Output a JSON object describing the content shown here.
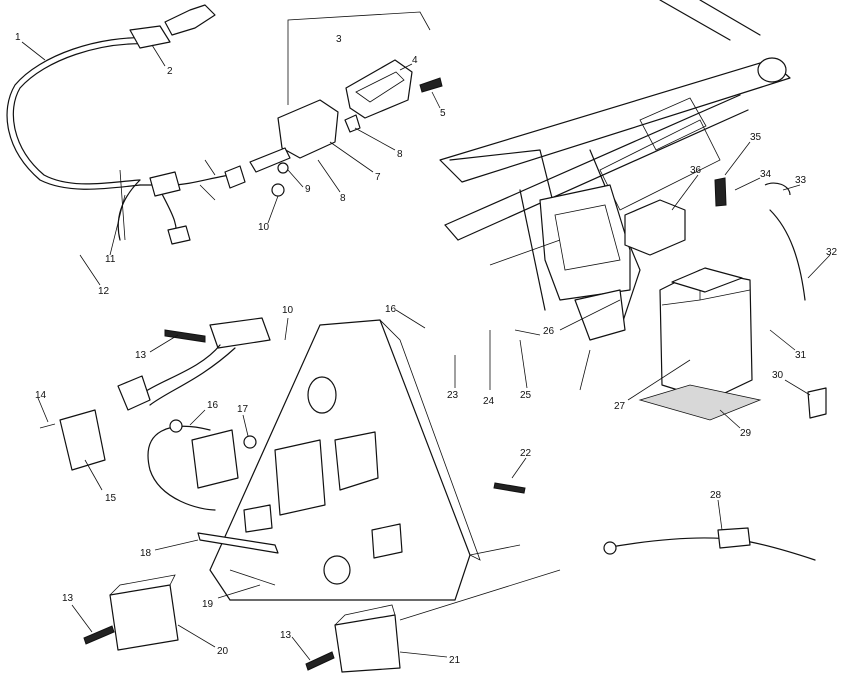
{
  "diagram": {
    "labels": [
      "1",
      "2",
      "3",
      "4",
      "5",
      "8",
      "7",
      "8",
      "9",
      "10",
      "11",
      "12",
      "13",
      "10",
      "16",
      "26",
      "23",
      "24",
      "25",
      "14",
      "16",
      "17",
      "15",
      "22",
      "18",
      "19",
      "13",
      "20",
      "13",
      "21",
      "35",
      "36",
      "34",
      "33",
      "32",
      "31",
      "27",
      "30",
      "29",
      "28"
    ]
  }
}
